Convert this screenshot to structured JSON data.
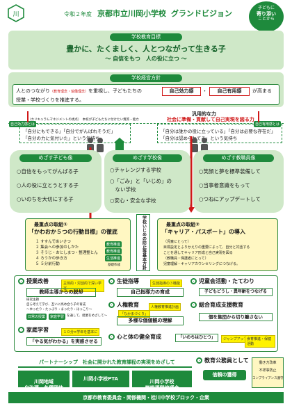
{
  "header": {
    "year": "令和２年度",
    "school": "京都市立川岡小学校",
    "title": "グランドビジョン",
    "badge": [
      "子どもに",
      "寄り添い",
      "ことから"
    ]
  },
  "goal": {
    "label": "学校教育目標",
    "main": "豊かに、たくましく、人とつながって生きる子",
    "sub": "～ 自信をもつ　人の役に立つ ～"
  },
  "policy": {
    "label": "学校経営方針",
    "line1a": "人とのつながり",
    "line1b": "（教育理念・協働理念）",
    "line1c": "を重視し、子どもたちの",
    "kw1": "自己効力感",
    "dot": "・",
    "kw2": "自己有用感",
    "line1d": "が高まる",
    "line2": "授業・学校づくりを推進する。",
    "tag": "汎用的な力"
  },
  "curriculum": {
    "note": "（カリキュラムマネジメントの視点）　本校が子どもたちに付けたい資質・能力",
    "title": "社会に準備・貢献して自己実現を図る力"
  },
  "feeling": {
    "left_tag": "自己効力感とは",
    "left1": "「自分にもできる」「自分でがんばれそうだ」",
    "left2": "「自分の力に気付いた」という気持ち",
    "right_tag": "自己有用感とは",
    "right1": "「自分は誰かの役に立っている」「自分は必要な存在だ」",
    "right2": "「自分は認められてる」という気持ち"
  },
  "aims": {
    "child": {
      "title": "めざす子ども像",
      "items": [
        "○自信をもってがんばる子",
        "○人の役に立とうとする子",
        "○いのちを大切にする子"
      ]
    },
    "school": {
      "title": "めざす学校像",
      "items": [
        "○チャレンジする学校",
        "○「ごみ」と「いじめ」の",
        "　ない学校",
        "○安心・安全な学校"
      ]
    },
    "teacher": {
      "title": "めざす教職員像",
      "items": [
        "○笑顔と夢を標準装備して",
        "○当事者意識をもって",
        "○つねにアップデートして"
      ]
    }
  },
  "focus1": {
    "label": "最重点の取組①",
    "title": "「かわおか５つの行動目標」の徹底",
    "items": [
      "１ すすんであいさつ",
      "２ 集会への参加のしかた",
      "３ そうじ・おとしまつ・整理整とん",
      "４ ろうかの歩き方",
      "５ ５分前行動"
    ],
    "tags": [
      "教育推進",
      "教育推進",
      "生活推進"
    ],
    "note": "基礎作成"
  },
  "center": {
    "vertical": "学校いじめの防止等基本方針"
  },
  "focus2": {
    "label": "最重点の取組②",
    "title": "「キャリア・パスポート」の導入",
    "lines": [
      "（児童にとって）",
      "目標設定とふりかえりの重要によって、自分と対話する",
      "ことを通してキャリア形成と自己実現を図る",
      "（教職員・保護者にとって）",
      "児童理解・キャリアカウンセリングにつなげる。"
    ]
  },
  "grid": {
    "class": {
      "title": "授業改善",
      "tag": "主体的・対話的で深い学び",
      "main": "教師主導からの脱却",
      "note1": "研究主題",
      "note2": "自ら考えて学び、互いに高め合う子の育成",
      "note3": "～ゆったり・たっぷり・まったり・ほっこり～",
      "tagA": "日常の授業",
      "tagB": "家庭学習",
      "tagC": "を通して、授業をめざして～"
    },
    "guidance": {
      "title": "生徒指導",
      "tag": "生徒指導の３機能",
      "main": "自己指導力の育成"
    },
    "children": {
      "title": "児童会活動・たてわり",
      "main": "子どもどうし・異年齢をつなげる"
    },
    "rights": {
      "title": "人権教育",
      "tag1": "人権教育推進計画",
      "tag2": "「なかまづくり」",
      "main": "多様な価値観の理解"
    },
    "support": {
      "title": "総合育成支援教育",
      "main": "個を集団から切り離さない"
    },
    "home": {
      "title": "家庭学習",
      "tag": "１０分×学年を基本に",
      "main": "「やる気がわかる」を実感させる"
    },
    "health": {
      "title": "心と体の健全育成",
      "main": "「いのちはひとつ」",
      "tag1": "ジャンプアップ",
      "tag2": "食育推進・保健活動"
    }
  },
  "partners": {
    "caption": "パートナーシップ　社会に開かれた教育課程の実現をめざして",
    "boxes": [
      "川岡地域\n自治連・各種団体",
      "川岡小学校PTA",
      "川岡小学校\n学校運営協議会"
    ],
    "trust_title": "教育公務員として",
    "trust_main": "信頼の獲得",
    "trust_tags": [
      "働き方改革",
      "不祥事防止",
      "コンプライアンス遵守"
    ],
    "footer": "京都市教育委員会・関係機関・桂川中学校ブロック・企業"
  },
  "colors": {
    "green": "#1e8a3c",
    "light_green": "#cfe8c8",
    "red": "#d01818",
    "yellow": "#fff7c2"
  }
}
